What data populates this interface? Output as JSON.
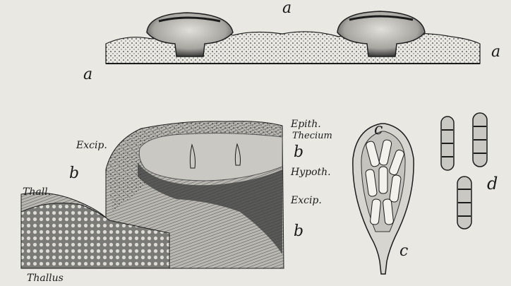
{
  "labels": {
    "a_top": "a",
    "a_right": "a",
    "a_left": "a",
    "excip_upper": "Excip.",
    "b_left": "b",
    "thall": "Thall.",
    "thallus": "Thallus",
    "epith_1": "Epith.",
    "epith_2": "Thecium",
    "b_right_1": "b",
    "hypoth": "Hypoth.",
    "excip_lower": "Excip.",
    "b_right_2": "b",
    "c_top": "c",
    "c_bottom": "c",
    "d": "d"
  },
  "colors": {
    "paper": "#e9e8e3",
    "ink": "#1b1b1b",
    "dark_tissue": "#3a3a3a",
    "mid_tissue": "#8a8a86",
    "light_tissue": "#c9c8c2"
  }
}
